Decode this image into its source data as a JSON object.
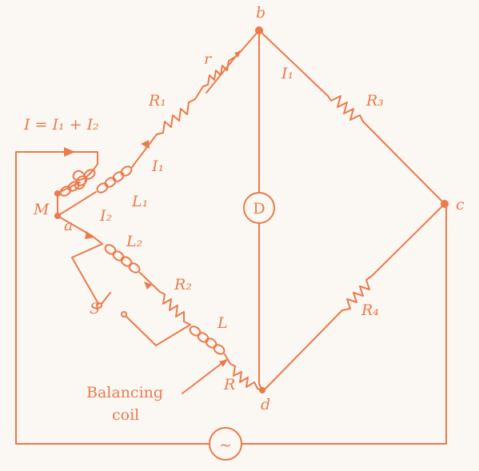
{
  "colors": {
    "ink": "#ec7a4a",
    "paper": "#fbf8f4"
  },
  "nodes": {
    "a": "a",
    "b": "b",
    "c": "c",
    "d": "d",
    "M": "M"
  },
  "labels": {
    "current_total": "I = I₁ + I₂",
    "i1_top": "I₁",
    "i1_mid": "I₁",
    "i2": "I₂",
    "R1": "R₁",
    "R2": "R₂",
    "R3": "R₃",
    "R4": "R₄",
    "L1": "L₁",
    "L2": "L₂",
    "L": "L",
    "R": "R",
    "r": "r",
    "S": "S"
  },
  "detector": "D",
  "source": "~",
  "annotation": {
    "line1": "Balancing",
    "line2": "coil"
  }
}
